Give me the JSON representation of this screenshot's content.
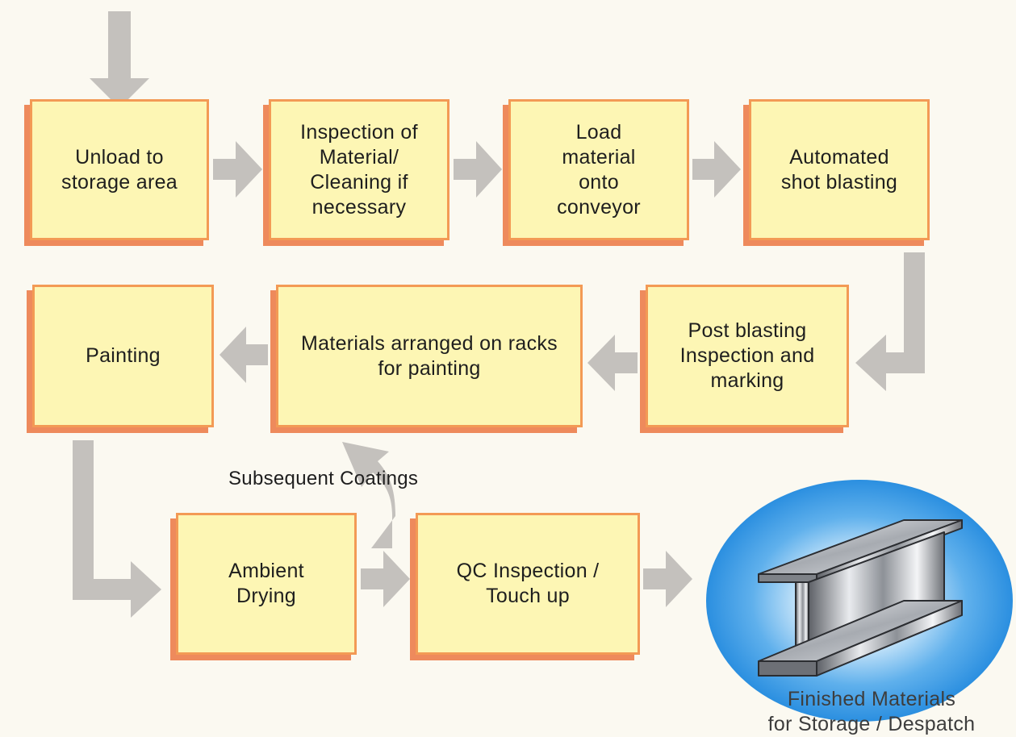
{
  "steps": {
    "unload": "Unload to storage area",
    "inspection_cleaning": "Inspection of Material/ Cleaning if necessary",
    "load_conveyor": "Load material onto conveyor",
    "shot_blasting": "Automated shot blasting",
    "post_blast": "Post blasting Inspection and marking",
    "racks": "Materials arranged on racks for painting",
    "painting": "Painting",
    "drying": "Ambient Drying",
    "qc": "QC Inspection / Touch up"
  },
  "loop_label": "Subsequent Coatings",
  "final": {
    "line1": "Finished Materials",
    "line2": "for Storage / Despatch"
  },
  "colors": {
    "box_fill": "#fdf6b4",
    "box_border": "#f39a55",
    "box_shadow": "#ee8a5c",
    "arrow": "#c4c1bd",
    "glow": "#2b8fe0"
  }
}
